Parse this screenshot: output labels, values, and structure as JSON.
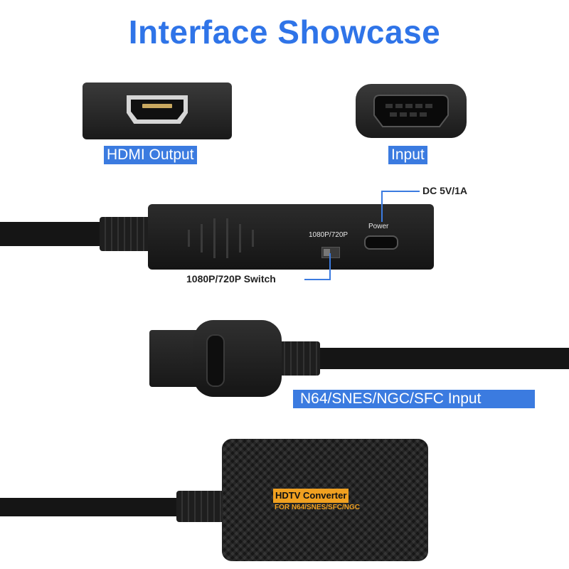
{
  "title": "Interface Showcase",
  "labels": {
    "hdmi_output": "HDMI Output",
    "input": "Input",
    "dc": "DC 5V/1A",
    "power": "Power",
    "switch_small": "1080P/720P",
    "switch": "1080P/720P Switch",
    "console_input": "N64/SNES/NGC/SFC Input"
  },
  "product_label": {
    "heading": "HDTV Converter",
    "sub": "FOR N64/SNES/SFC/NGC"
  },
  "colors": {
    "accent_blue": "#3b7be0",
    "title_blue": "#2f74e8",
    "label_orange": "#f0a020",
    "device_black": "#1c1c1c"
  }
}
